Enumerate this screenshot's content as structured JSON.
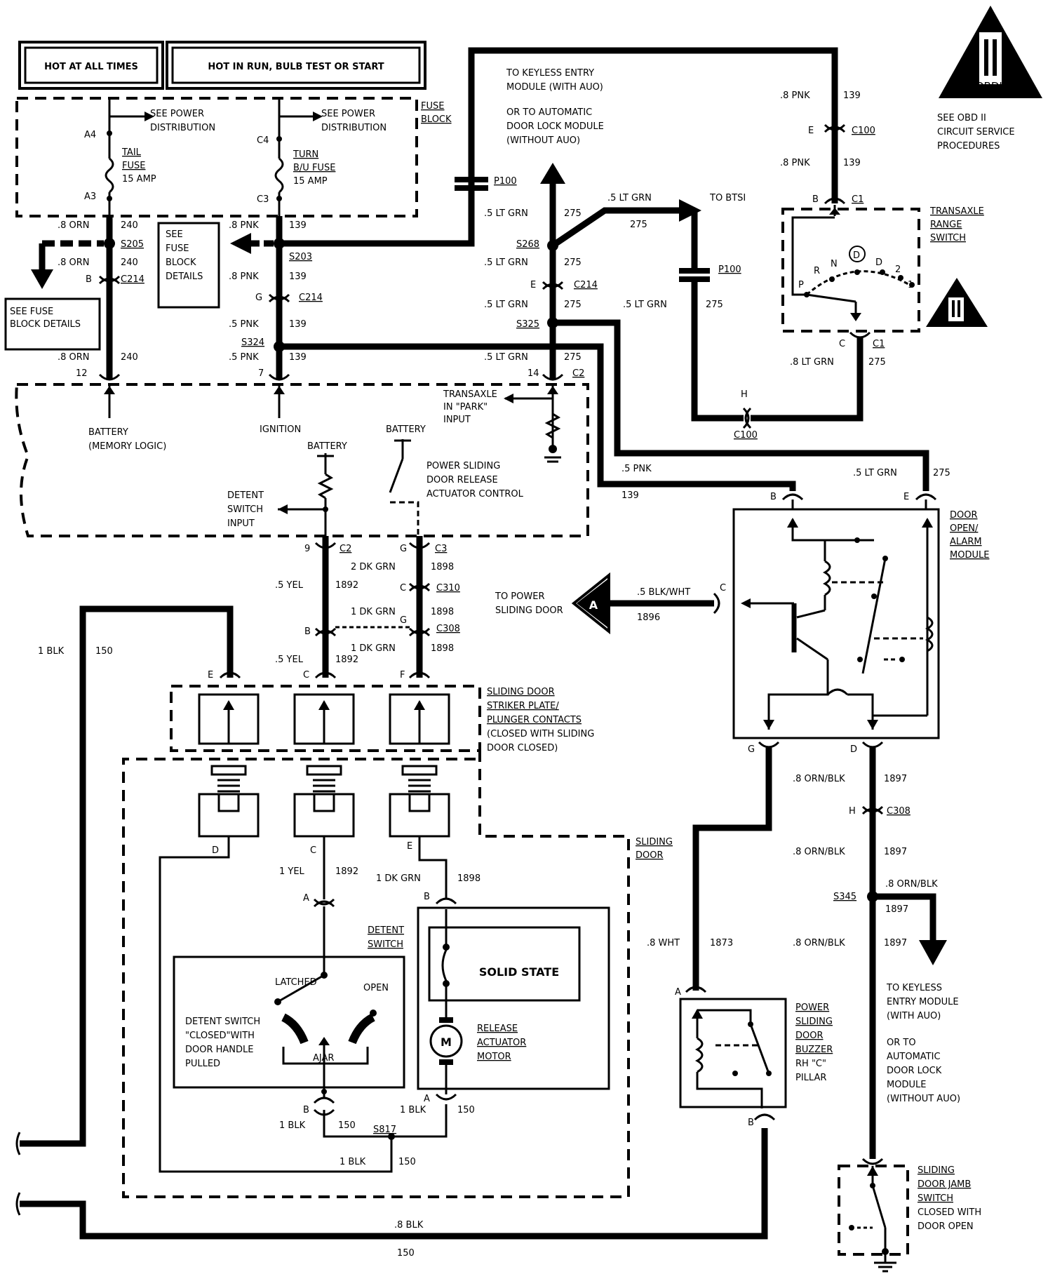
{
  "headers": {
    "hot_at_all_times": "HOT AT ALL TIMES",
    "hot_in_run": "HOT IN RUN, BULB TEST OR START"
  },
  "obd": {
    "logo_text": "OBDII",
    "note": [
      "SEE OBD II",
      "CIRCUIT SERVICE",
      "PROCEDURES"
    ]
  },
  "fuse_block": {
    "label": [
      "FUSE",
      "BLOCK"
    ],
    "see_power_1": [
      "SEE POWER",
      "DISTRIBUTION"
    ],
    "see_power_2": [
      "SEE POWER",
      "DISTRIBUTION"
    ],
    "tail_fuse": [
      "TAIL",
      "FUSE",
      "15 AMP"
    ],
    "turn_fuse": [
      "TURN",
      "B/U FUSE",
      "15 AMP"
    ],
    "pins": {
      "a4": "A4",
      "a3": "A3",
      "c4": "C4",
      "c3": "C3"
    },
    "see_details": [
      "SEE",
      "FUSE",
      "BLOCK",
      "DETAILS"
    ],
    "see_details_left": [
      "SEE FUSE",
      "BLOCK DETAILS"
    ]
  },
  "wires": {
    "orn_240": [
      ".8 ORN",
      "240"
    ],
    "pnk_139": [
      ".8 PNK",
      "139"
    ],
    "pnk5_139": [
      ".5 PNK",
      "139"
    ],
    "ltgrn_275": [
      ".5 LT GRN",
      "275"
    ],
    "ltgrn8_275": [
      ".8 LT GRN",
      "275"
    ],
    "yel_1892": [
      ".5 YEL",
      "1892"
    ],
    "dkgrn2_1898": [
      "2 DK GRN",
      "1898"
    ],
    "dkgrn1_1898": [
      "1 DK GRN",
      "1898"
    ],
    "blk1_150": [
      "1 BLK",
      "150"
    ],
    "blkwht_1896": [
      ".5 BLK/WHT",
      "1896"
    ],
    "ornblk_1897": [
      ".8 ORN/BLK",
      "1897"
    ],
    "wht_1873": [
      ".8 WHT",
      "1873"
    ],
    "yel1_1892": [
      "1 YEL",
      "1892"
    ],
    "blk8": ".8 BLK",
    "blk8_num": "150"
  },
  "splices": {
    "s205": "S205",
    "s203": "S203",
    "s324": "S324",
    "s268": "S268",
    "s325": "S325",
    "s345": "S345",
    "s817": "S817"
  },
  "connectors": {
    "c214": "C214",
    "c100": "C100",
    "c1": "C1",
    "c2": "C2",
    "c3": "C3",
    "c310": "C310",
    "c308": "C308",
    "p100": "P100"
  },
  "pins": {
    "b": "B",
    "g": "G",
    "e": "E",
    "c": "C",
    "h": "H",
    "f": "F",
    "d": "D",
    "a": "A",
    "n12": "12",
    "n7": "7",
    "n14": "14",
    "n9": "9"
  },
  "keyless_top": [
    "TO KEYLESS ENTRY",
    "MODULE (WITH AUO)",
    "",
    "OR TO AUTOMATIC",
    "DOOR LOCK MODULE",
    "(WITHOUT AUO)"
  ],
  "to_btsi": "TO BTSI",
  "transaxle_switch": {
    "label": [
      "TRANSAXLE",
      "RANGE",
      "SWITCH"
    ],
    "positions": [
      "P",
      "R",
      "N",
      "D",
      "D",
      "2",
      "1"
    ]
  },
  "module_inputs": {
    "battery_memory": [
      "BATTERY",
      "(MEMORY LOGIC)"
    ],
    "ignition": "IGNITION",
    "battery": "BATTERY",
    "battery2": "BATTERY",
    "park_input": [
      "TRANSAXLE",
      "IN \"PARK\"",
      "INPUT"
    ],
    "detent_input": [
      "DETENT",
      "SWITCH",
      "INPUT"
    ],
    "psd_control": [
      "POWER SLIDING",
      "DOOR RELEASE",
      "ACTUATOR CONTROL"
    ]
  },
  "door_module": {
    "label": [
      "DOOR",
      "OPEN/",
      "ALARM",
      "MODULE"
    ]
  },
  "to_power_door": [
    "TO POWER",
    "SLIDING DOOR"
  ],
  "ref_a": "A",
  "striker": [
    "SLIDING DOOR",
    "STRIKER PLATE/",
    "PLUNGER CONTACTS",
    "(CLOSED WITH SLIDING",
    "DOOR CLOSED)"
  ],
  "sliding_door": [
    "SLIDING",
    "DOOR"
  ],
  "detent_switch": {
    "label": [
      "DETENT",
      "SWITCH"
    ],
    "latched": "LATCHED",
    "open": "OPEN",
    "ajar": "AJAR",
    "desc": [
      "DETENT SWITCH",
      "\"CLOSED\"WITH",
      "DOOR HANDLE",
      "PULLED"
    ]
  },
  "solid_state": "SOLID STATE",
  "release_motor": {
    "label": [
      "RELEASE",
      "ACTUATOR",
      "MOTOR"
    ],
    "symbol": "M"
  },
  "buzzer": [
    "POWER",
    "SLIDING",
    "DOOR",
    "BUZZER",
    "RH \"C\"",
    "PILLAR"
  ],
  "keyless_bottom": [
    "TO KEYLESS",
    "ENTRY MODULE",
    "(WITH AUO)",
    "",
    "OR TO",
    "AUTOMATIC",
    "DOOR LOCK",
    "MODULE",
    "(WITHOUT AUO)"
  ],
  "jamb_switch": [
    "SLIDING",
    "DOOR JAMB",
    "SWITCH",
    "CLOSED WITH",
    "DOOR OPEN"
  ]
}
